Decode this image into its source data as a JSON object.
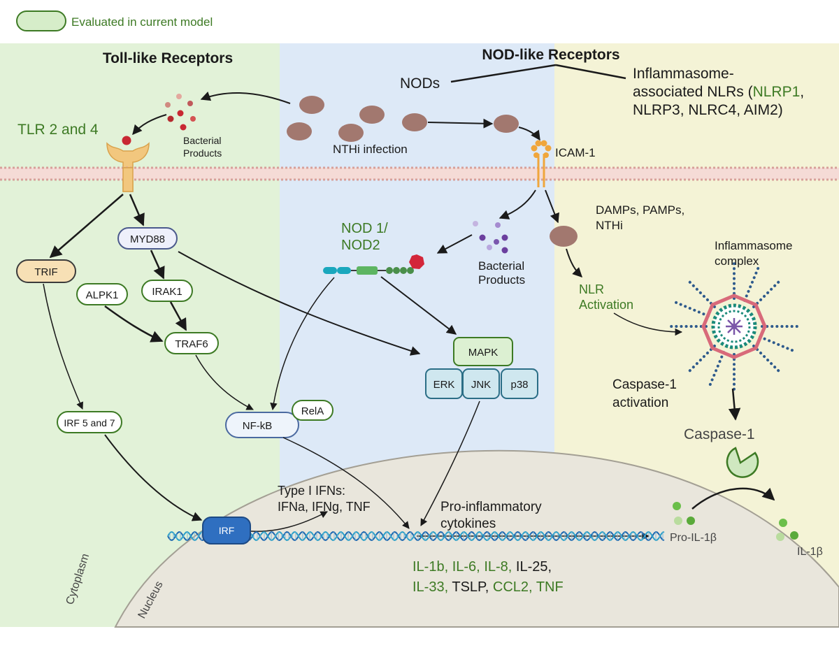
{
  "legend": {
    "label": "Evaluated in current model"
  },
  "regions": {
    "toll_like_title": "Toll-like Receptors",
    "nod_like_title": "NOD-like Receptors",
    "cytoplasm_label": "Cytoplasm",
    "nucleus_label": "Nucleus"
  },
  "labels": {
    "nods": "NODs",
    "inflammasome_nlrs_line1": "Inflammasome-",
    "inflammasome_nlrs_line2a": "associated NLRs (",
    "nlrp1": "NLRP1",
    "inflammasome_nlrs_line2b": ",",
    "inflammasome_nlrs_line3": "NLRP3, NLRC4, AIM2)",
    "tlr": "TLR 2 and 4",
    "bacterial_products_left_1": "Bacterial",
    "bacterial_products_left_2": "Products",
    "nthi_infection": "NTHi infection",
    "icam1": "ICAM-1",
    "damps_1": "DAMPs, PAMPs,",
    "damps_2": "NTHi",
    "nod1_1": "NOD 1/",
    "nod1_2": "NOD2",
    "bacterial_products_mid_1": "Bacterial",
    "bacterial_products_mid_2": "Products",
    "inflammasome_complex_1": "Inflammasome",
    "inflammasome_complex_2": "complex",
    "nlr_activation_1": "NLR",
    "nlr_activation_2": "Activation",
    "caspase_activation_1": "Caspase-1",
    "caspase_activation_2": "activation",
    "caspase1": "Caspase-1",
    "irf57": "IRF 5 and 7",
    "type1_1": "Type I IFNs:",
    "type1_2": "IFNa, IFNg, TNF",
    "proinf_1": "Pro-inflammatory",
    "proinf_2": "cytokines",
    "pro_il1b": "Pro-IL-1β",
    "il1b": "IL-1β"
  },
  "nodes": {
    "myd88": "MYD88",
    "trif": "TRIF",
    "alpk1": "ALPK1",
    "irak1": "IRAK1",
    "traf6": "TRAF6",
    "nfkb": "NF-kB",
    "rela": "RelA",
    "mapk": "MAPK",
    "erk": "ERK",
    "jnk": "JNK",
    "p38": "p38",
    "irf": "IRF"
  },
  "cytokines": {
    "il1b": "IL-1b,",
    "il6": "IL-6,",
    "il8": "IL-8,",
    "il25": "IL-25,",
    "il33": "IL-33,",
    "tslp": "TSLP,",
    "ccl2": "CCL2,",
    "tnf": "TNF"
  },
  "colors": {
    "tlr_bg": "#e2f2d8",
    "nod_bg": "#dde9f7",
    "inflammasome_bg": "#f4f3d6",
    "nucleus": "#e9e6dc",
    "evaluated_green": "#3d7a24",
    "bacteria": "#a2786f"
  }
}
